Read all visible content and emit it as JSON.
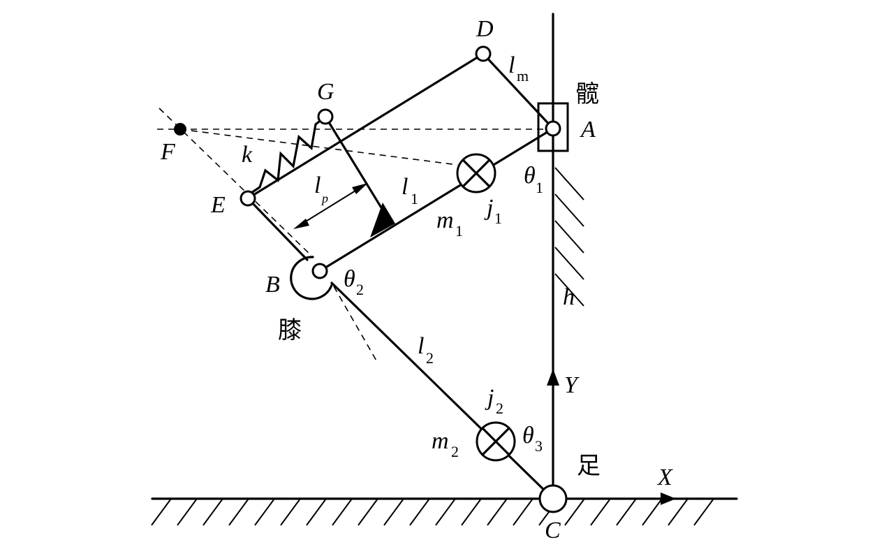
{
  "points": {
    "A": "A",
    "B": "B",
    "C": "C",
    "D": "D",
    "E": "E",
    "F": "F",
    "G": "G"
  },
  "symbols": {
    "l_m": "l",
    "l_m_sub": "m",
    "l_1": "l",
    "l_1_sub": "1",
    "l_2": "l",
    "l_2_sub": "2",
    "l_p": "l",
    "l_p_sub": "p",
    "m_1": "m",
    "m_1_sub": "1",
    "m_2": "m",
    "m_2_sub": "2",
    "j_1": "j",
    "j_1_sub": "1",
    "j_2": "j",
    "j_2_sub": "2",
    "theta_1": "θ",
    "theta_1_sub": "1",
    "theta_2": "θ",
    "theta_2_sub": "2",
    "theta_3": "θ",
    "theta_3_sub": "3",
    "k": "k",
    "h": "h"
  },
  "axes": {
    "x": "X",
    "y": "Y"
  },
  "labels_cn": {
    "hip": "髋",
    "knee": "膝",
    "foot": "足"
  }
}
